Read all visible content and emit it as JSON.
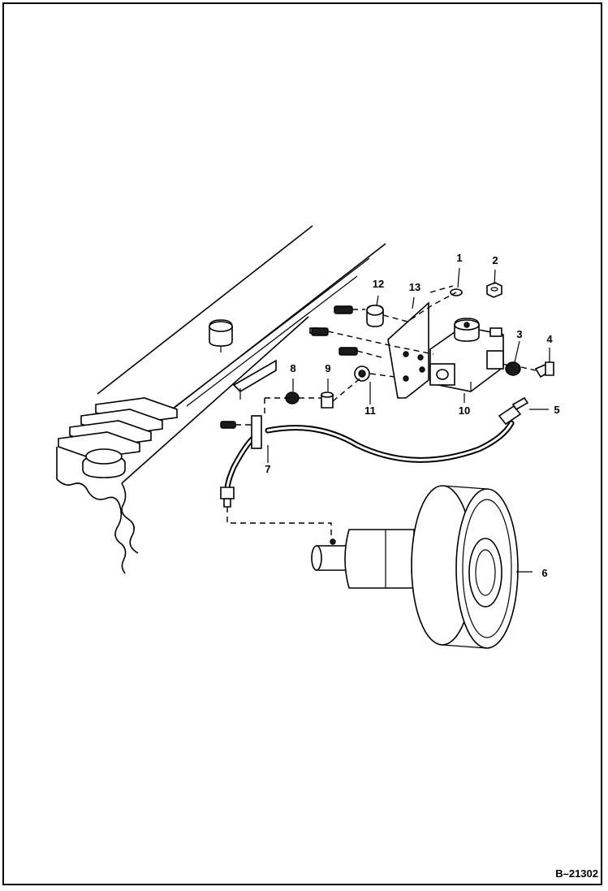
{
  "figure_id": "B–21302",
  "callouts": [
    {
      "id": "1",
      "text": "1"
    },
    {
      "id": "2",
      "text": "2"
    },
    {
      "id": "3",
      "text": "3"
    },
    {
      "id": "4",
      "text": "4"
    },
    {
      "id": "5",
      "text": "5"
    },
    {
      "id": "6",
      "text": "6"
    },
    {
      "id": "7",
      "text": "7"
    },
    {
      "id": "8",
      "text": "8"
    },
    {
      "id": "9",
      "text": "9"
    },
    {
      "id": "10",
      "text": "10"
    },
    {
      "id": "11",
      "text": "11"
    },
    {
      "id": "12",
      "text": "12"
    },
    {
      "id": "13",
      "text": "13"
    }
  ]
}
